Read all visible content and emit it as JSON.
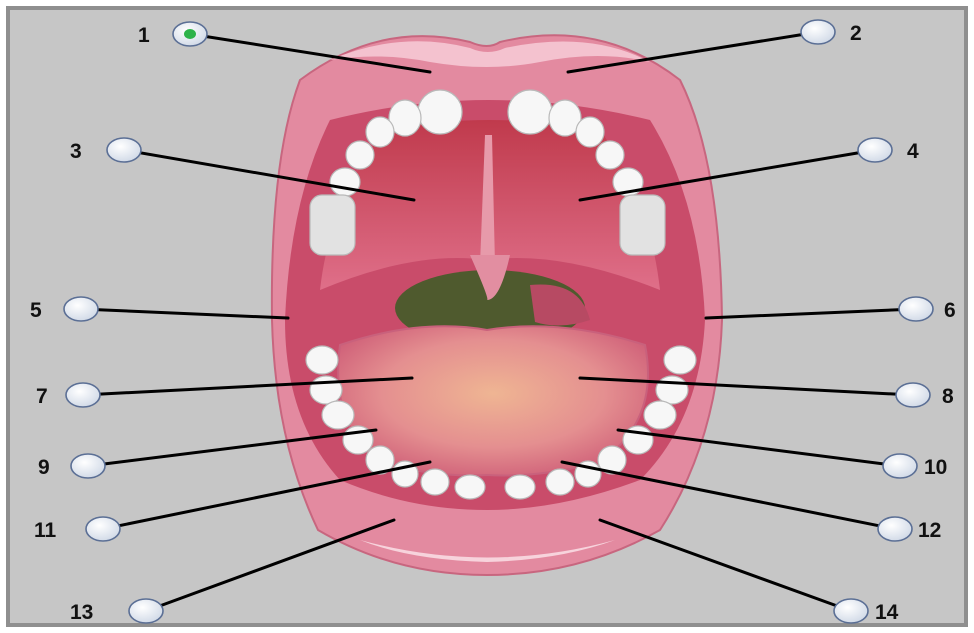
{
  "diagram": {
    "labels": [
      "1",
      "2",
      "3",
      "4",
      "5",
      "6",
      "7",
      "8",
      "9",
      "10",
      "11",
      "12",
      "13",
      "14"
    ],
    "selected": "1"
  },
  "colors": {
    "background": "#c6c6c6",
    "frame": "#8f8f8f",
    "lip": "#e38aa0",
    "palate": "#d0536f",
    "tongue": "#e8a38c",
    "teeth": "#f7f7f7",
    "throat": "#4f5a2e",
    "selected_dot": "#2db34a"
  }
}
